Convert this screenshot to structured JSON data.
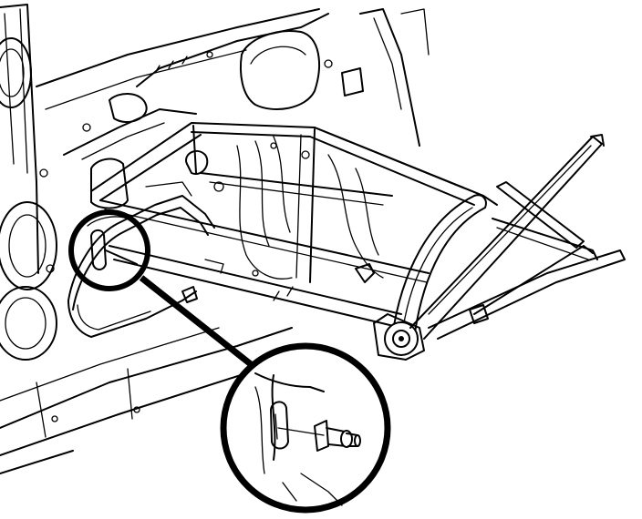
{
  "diagram": {
    "colors": {
      "line": "#000000",
      "background": "#ffffff"
    },
    "parts": [
      "door-inner-panel",
      "window-regulator-frame",
      "regulator-lift-arm",
      "regulator-guide-rail",
      "wire-harness",
      "detail-callout-circle",
      "detail-magnified-circle",
      "regulator-pin-detail"
    ]
  }
}
